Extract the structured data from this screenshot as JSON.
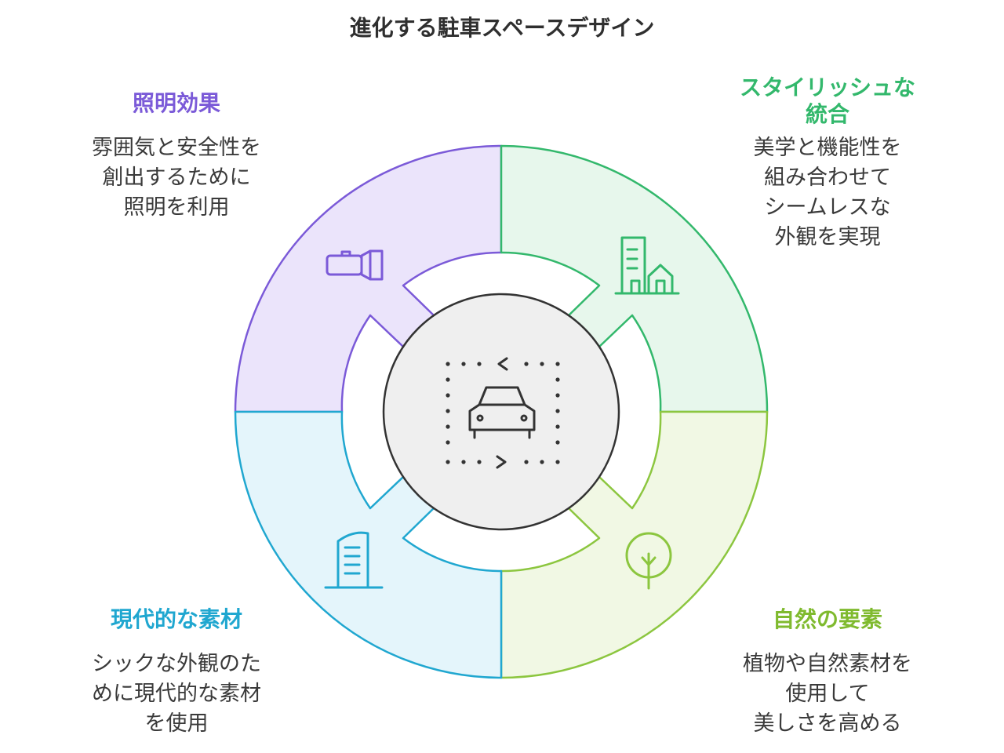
{
  "title": "進化する駐車スペースデザイン",
  "colors": {
    "purple": "#7b5ad8",
    "green": "#33b86c",
    "lime": "#8cc63f",
    "cyan": "#20a7d0",
    "center_fill": "#efefef",
    "center_stroke": "#333333"
  },
  "segments": [
    {
      "id": "top-left",
      "title": "照明効果",
      "description": [
        "雰囲気と安全性を",
        "創出するために",
        "照明を利用"
      ],
      "icon": "flashlight-icon"
    },
    {
      "id": "top-right",
      "title": [
        "スタイリッシュな",
        "統合"
      ],
      "description": [
        "美学と機能性を",
        "組み合わせて",
        "シームレスな",
        "外観を実現"
      ],
      "icon": "buildings-house-icon"
    },
    {
      "id": "bottom-left",
      "title": "現代的な素材",
      "description": [
        "シックな外観のた",
        "めに現代的な素材",
        "を使用"
      ],
      "icon": "modern-building-icon"
    },
    {
      "id": "bottom-right",
      "title": "自然の要素",
      "description": [
        "植物や自然素材を",
        "使用して",
        "美しさを高める"
      ],
      "icon": "tree-icon"
    }
  ],
  "center_icon": "car-parking-icon"
}
